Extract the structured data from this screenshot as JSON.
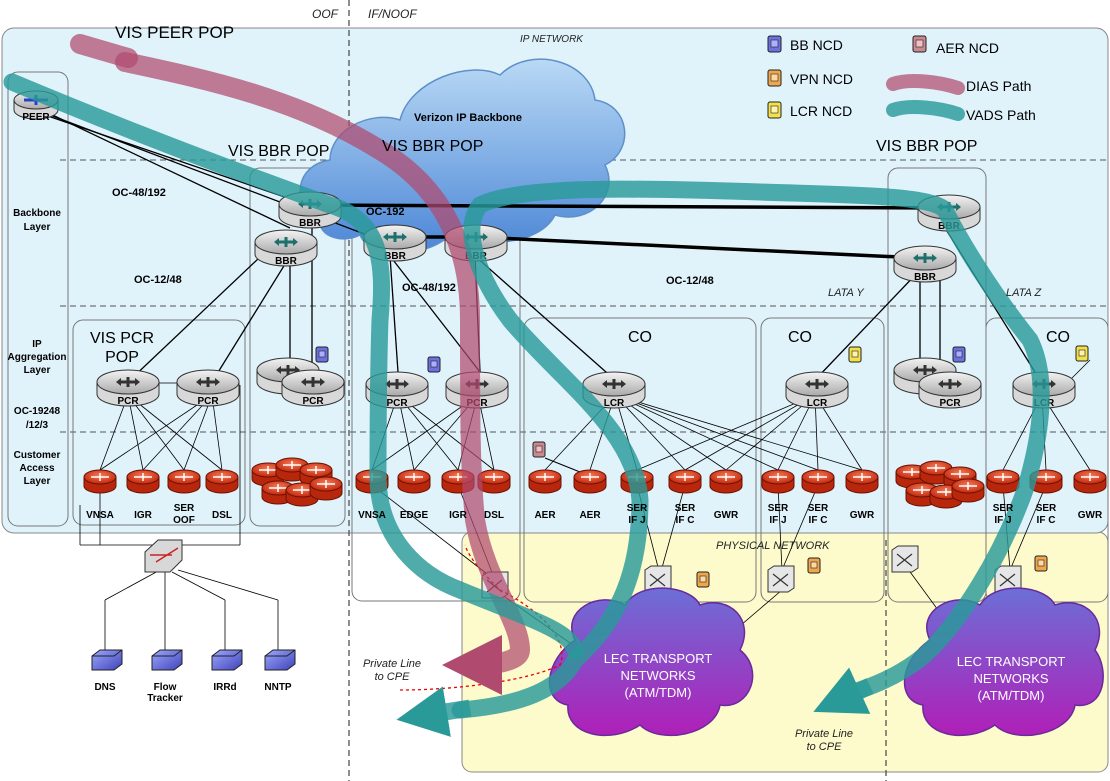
{
  "regions": {
    "oof": "OOF",
    "if_noof": "IF/NOOF",
    "ip_network": "IP NETWORK",
    "physical_network": "PHYSICAL NETWORK",
    "lata_y": "LATA Y",
    "lata_z": "LATA Z"
  },
  "legend": {
    "bb_ncd": "BB NCD",
    "aer_ncd": "AER NCD",
    "vpn_ncd": "VPN NCD",
    "lcr_ncd": "LCR NCD",
    "dias_path": "DIAS Path",
    "vads_path": "VADS Path"
  },
  "colors": {
    "dias": "#b04a6e",
    "vads": "#2a9a98",
    "ip_network_bg": "#e0f3fb",
    "physical_bg": "#fdfbcc",
    "router_red": "#d23a1a",
    "router_gray": "#c8c8c8",
    "cloud_purple": "#8e3fb5",
    "cloud_blue": "#4f8fd8"
  },
  "pops": {
    "vis_peer_pop": "VIS PEER POP",
    "vis_bbr_pop_1": "VIS BBR POP",
    "vis_bbr_pop_2": "VIS BBR POP",
    "vis_bbr_pop_3": "VIS BBR POP",
    "vis_pcr_pop_line1": "VIS PCR",
    "vis_pcr_pop_line2": "POP",
    "co_1": "CO",
    "co_2": "CO",
    "co_3": "CO"
  },
  "layers": {
    "backbone_line1": "Backbone",
    "backbone_line2": "Layer",
    "ip_line1": "IP",
    "ip_line2": "Aggregation",
    "ip_line3": "Layer",
    "oc_line1": "OC-19248",
    "oc_line2": "/12/3",
    "cust_line1": "Customer",
    "cust_line2": "Access",
    "cust_line3": "Layer"
  },
  "links": {
    "oc48_192_a": "OC-48/192",
    "oc12_48_a": "OC-12/48",
    "oc192": "OC-192",
    "oc48_192_b": "OC-48/192",
    "oc12_48_b": "OC-12/48"
  },
  "cloud_label": "Verizon IP Backbone",
  "routers": {
    "peer": "PEER",
    "bbr": "BBR",
    "pcr": "PCR",
    "lcr": "LCR"
  },
  "access_labels": {
    "vnsa": "VNSA",
    "igr": "IGR",
    "ser": "SER",
    "oof": "OOF",
    "dsl": "DSL",
    "edge": "EDGE",
    "aer": "AER",
    "if_j": "IF J",
    "if_c": "IF C",
    "gwr": "GWR"
  },
  "servers": {
    "dns": "DNS",
    "flow_line1": "Flow",
    "flow_line2": "Tracker",
    "irrd": "IRRd",
    "nntp": "NNTP"
  },
  "lec": {
    "line1": "LEC TRANSPORT",
    "line2": "NETWORKS",
    "line3": "(ATM/TDM)"
  },
  "private_line": {
    "line1": "Private Line",
    "line2": "to CPE"
  }
}
